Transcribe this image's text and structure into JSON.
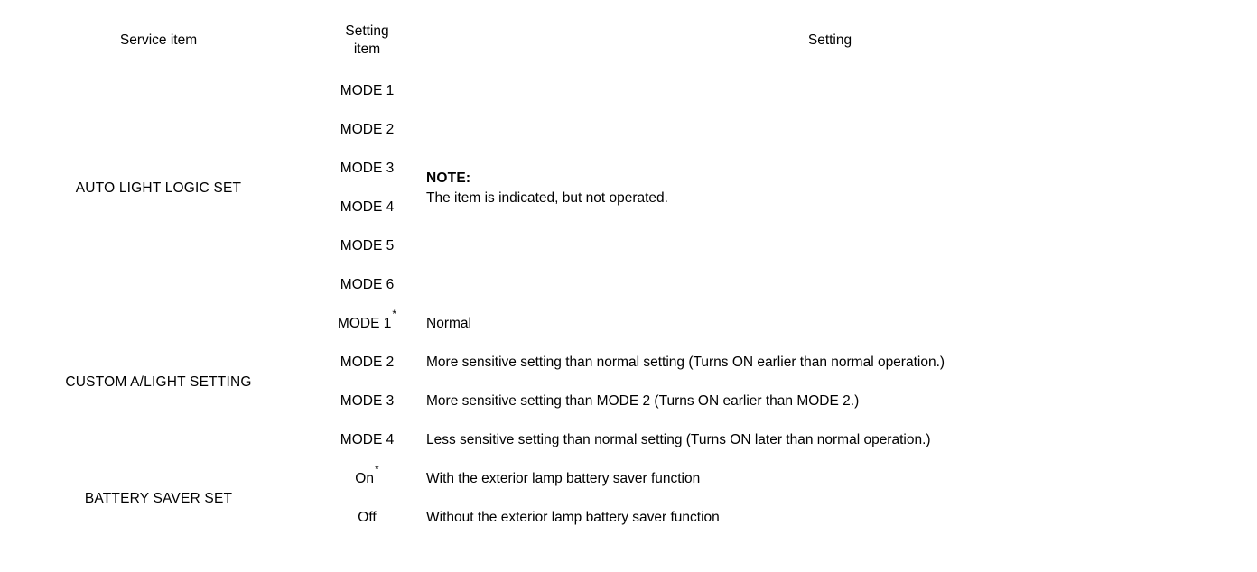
{
  "table": {
    "headers": {
      "service_item": "Service item",
      "setting_item_line1": "Setting",
      "setting_item_line2": "item",
      "setting": "Setting"
    },
    "sections": [
      {
        "service_item": "AUTO LIGHT LOGIC SET",
        "merged_setting": true,
        "note": {
          "title": "NOTE:",
          "body": "The item is indicated, but not operated."
        },
        "rows": [
          {
            "setting_item": "MODE 1",
            "asterisk": false,
            "setting": ""
          },
          {
            "setting_item": "MODE 2",
            "asterisk": false,
            "setting": ""
          },
          {
            "setting_item": "MODE 3",
            "asterisk": false,
            "setting": ""
          },
          {
            "setting_item": "MODE 4",
            "asterisk": false,
            "setting": ""
          },
          {
            "setting_item": "MODE 5",
            "asterisk": false,
            "setting": ""
          },
          {
            "setting_item": "MODE 6",
            "asterisk": false,
            "setting": ""
          }
        ]
      },
      {
        "service_item": "CUSTOM A/LIGHT SETTING",
        "merged_setting": false,
        "rows": [
          {
            "setting_item": "MODE 1",
            "asterisk": true,
            "setting": "Normal"
          },
          {
            "setting_item": "MODE 2",
            "asterisk": false,
            "setting": "More sensitive setting than normal setting (Turns ON earlier than normal operation.)"
          },
          {
            "setting_item": "MODE 3",
            "asterisk": false,
            "setting": "More sensitive setting than MODE 2 (Turns ON earlier than MODE 2.)"
          },
          {
            "setting_item": "MODE 4",
            "asterisk": false,
            "setting": "Less sensitive setting than normal setting (Turns ON later than normal operation.)"
          }
        ]
      },
      {
        "service_item": "BATTERY SAVER SET",
        "merged_setting": false,
        "rows": [
          {
            "setting_item": "On",
            "asterisk": true,
            "setting": "With the exterior lamp battery saver function"
          },
          {
            "setting_item": "Off",
            "asterisk": false,
            "setting": "Without the exterior lamp battery saver function"
          }
        ]
      }
    ],
    "asterisk_symbol": "*"
  },
  "colors": {
    "rule": "#000000",
    "text": "#000000",
    "background": "#ffffff"
  }
}
